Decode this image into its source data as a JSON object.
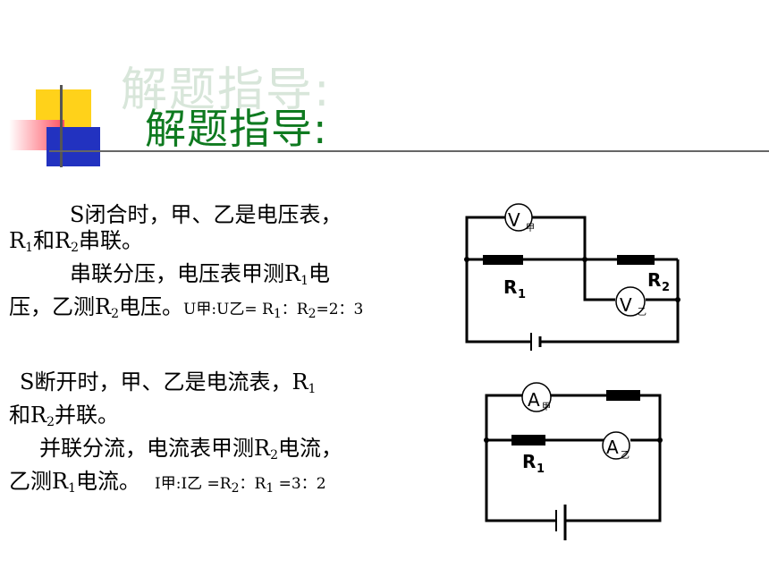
{
  "title": "解题指导:",
  "closed": {
    "line1": "S闭合时，甲、乙是电压表，",
    "line2_a": "R",
    "line2_sub1": "1",
    "line2_b": "和R",
    "line2_sub2": "2",
    "line2_c": "串联。",
    "line3_a": "串联分压，电压表甲测R",
    "line3_sub": "1",
    "line3_b": "电",
    "line4_a": "压，乙测R",
    "line4_sub": "2",
    "line4_b": "电压。",
    "formula_a": "U甲:U乙= R",
    "formula_sub1": "1",
    "formula_b": "：R",
    "formula_sub2": "2",
    "formula_c": "=2：3"
  },
  "open": {
    "line1_a": "S断开时，甲、乙是电流表，R",
    "line1_sub": "1",
    "line2_a": "和R",
    "line2_sub": "2",
    "line2_b": "并联。",
    "line3_a": "并联分流，电流表甲测R",
    "line3_sub": "2",
    "line3_b": "电流，",
    "line4_a": "乙测R",
    "line4_sub": "1",
    "line4_b": "电流。",
    "formula_a": "I甲:I乙 =R",
    "formula_sub1": "2",
    "formula_b": "：R",
    "formula_sub2": "1",
    "formula_c": " =3：2"
  },
  "circuit1": {
    "meter_top": "V",
    "meter_top_sub": "甲",
    "meter_bottom": "V",
    "meter_bottom_sub": "乙",
    "r1": "R",
    "r1_sub": "1",
    "r2": "R",
    "r2_sub": "2"
  },
  "circuit2": {
    "meter_top": "A",
    "meter_top_sub": "甲",
    "meter_mid": "A",
    "meter_mid_sub": "乙",
    "r1": "R",
    "r1_sub": "1"
  }
}
